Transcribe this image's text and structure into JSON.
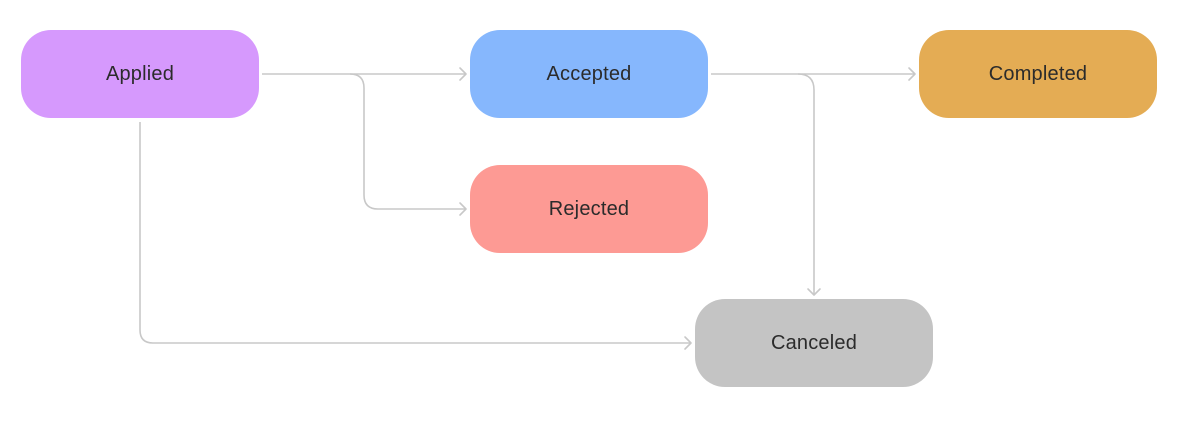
{
  "diagram": {
    "nodes": {
      "applied": {
        "label": "Applied",
        "color": "#d699fd"
      },
      "accepted": {
        "label": "Accepted",
        "color": "#86b7fd"
      },
      "completed": {
        "label": "Completed",
        "color": "#e4ac54"
      },
      "rejected": {
        "label": "Rejected",
        "color": "#fd9a94"
      },
      "canceled": {
        "label": "Canceled",
        "color": "#c4c4c4"
      }
    },
    "edges": [
      {
        "from": "applied",
        "to": "accepted"
      },
      {
        "from": "applied",
        "to": "rejected"
      },
      {
        "from": "applied",
        "to": "canceled"
      },
      {
        "from": "accepted",
        "to": "completed"
      },
      {
        "from": "accepted",
        "to": "canceled"
      }
    ],
    "edge_color": "#c8c8c8"
  }
}
